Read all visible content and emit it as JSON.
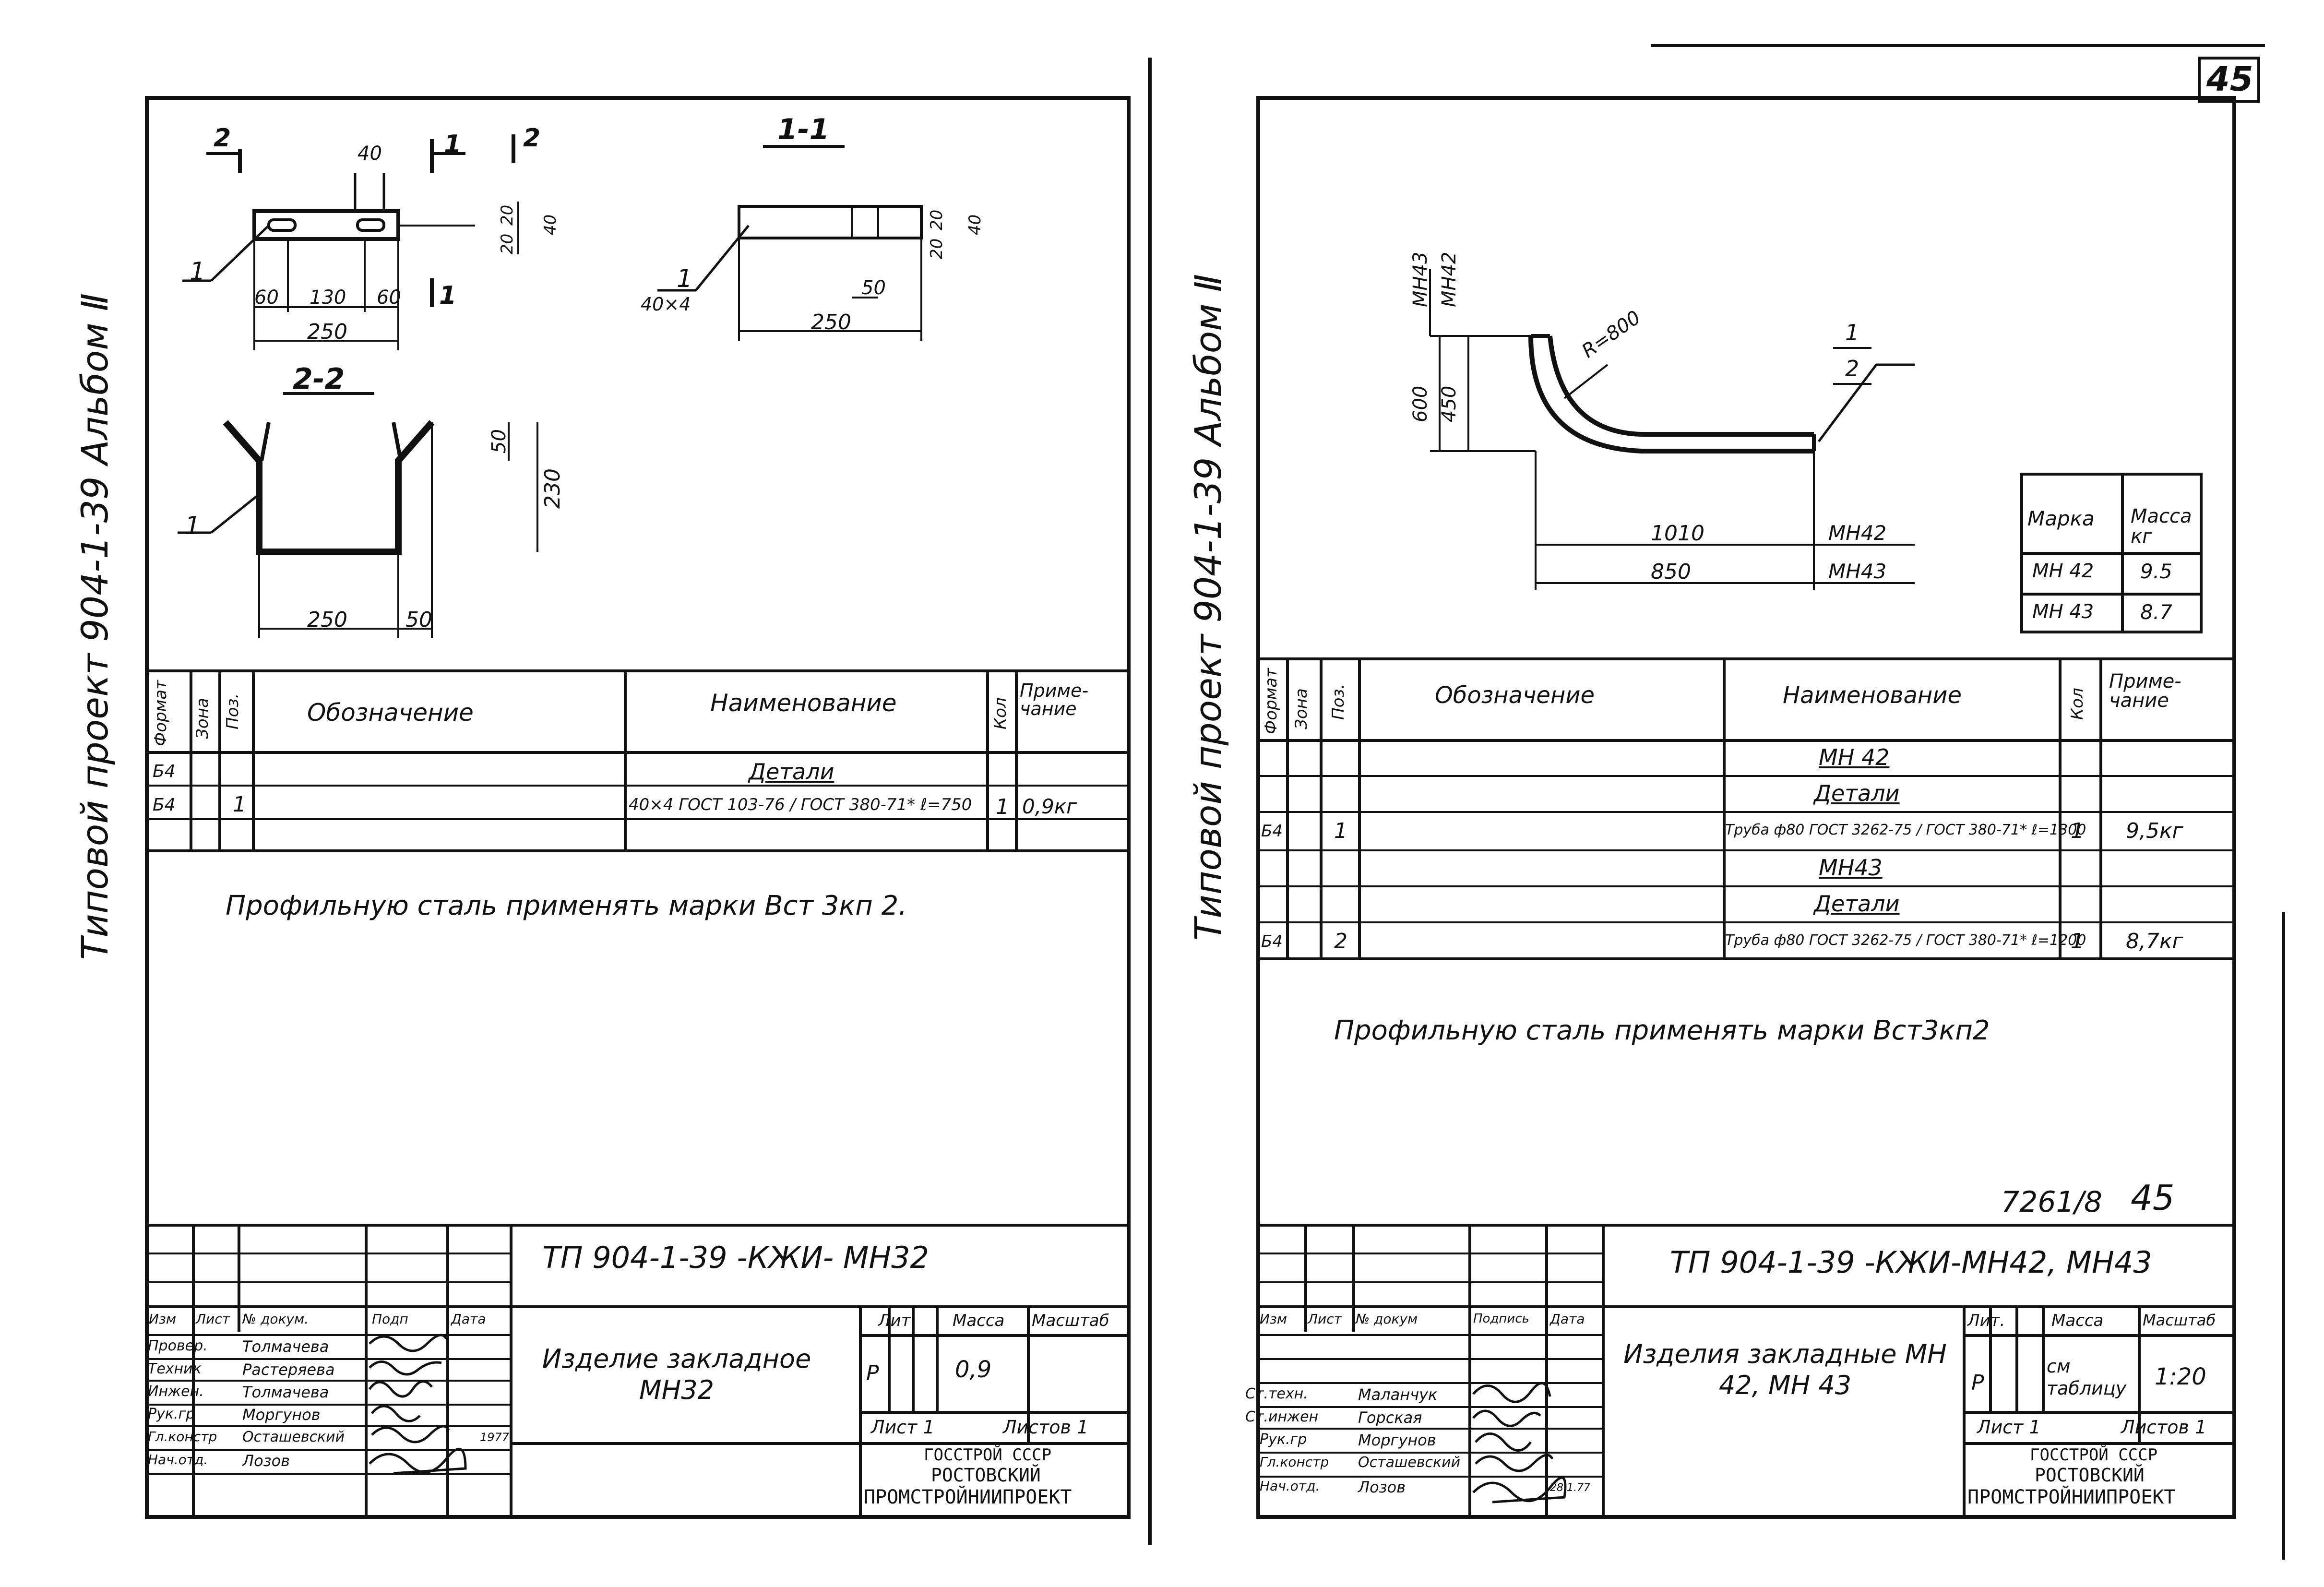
{
  "page_number_top": "45",
  "left_sheet": {
    "side_title": "Типовой проект 904-1-39 Альбом Ⅱ",
    "drawing_labels": {
      "section_2_top": "2",
      "section_1_top": "1",
      "section_2_right": "2",
      "section_1_bottom": "1",
      "view_1_1": "1-1",
      "view_2_2": "2-2",
      "pos1_a": "1",
      "pos1_b": "1",
      "pos1_c": "1",
      "dim_40": "40",
      "dim_60a": "60",
      "dim_130": "130",
      "dim_60b": "60",
      "dim_250a": "250",
      "dim_20a": "20",
      "dim_20b": "20",
      "dim_40b": "40",
      "dim_40x4": "40×4",
      "dim_250b": "250",
      "dim_50a": "50",
      "dim_20c": "20",
      "dim_20d": "20",
      "dim_40c": "40",
      "dim_50b": "50",
      "dim_230": "230",
      "dim_250c": "250",
      "dim_50c": "50"
    },
    "spec_headers": [
      "Формат",
      "Зона",
      "Поз.",
      "Обозначение",
      "Наименование",
      "Кол",
      "Приме-чание"
    ],
    "spec_rows": [
      {
        "format": "Б4",
        "zone": "",
        "pos": "",
        "designation": "",
        "name": "Детали",
        "qty": "",
        "note": ""
      },
      {
        "format": "Б4",
        "zone": "",
        "pos": "1",
        "designation": "",
        "name": "40×4 ГОСТ 103-76 / ГОСТ 380-71* ℓ=750",
        "qty": "1",
        "note": "0,9кг"
      }
    ],
    "note": "Профильную сталь применять марки Вст 3кп 2.",
    "title_block": {
      "doc_code": "ТП 904-1-39 -КЖИ- МН32",
      "item_name": "Изделие закладное МН32",
      "lit_header": "Лит",
      "mass_header": "Масса",
      "scale_header": "Масштаб",
      "lit_value": "Р",
      "mass_value": "0,9",
      "scale_value": "",
      "sheet": "Лист 1",
      "sheets": "Листов 1",
      "org_line1": "ГОССТРОЙ СССР",
      "org_line2": "РОСТОВСКИЙ",
      "org_line3": "ПРОМСТРОЙНИИПРОЕКТ",
      "col_headers": [
        "Изм",
        "Лист",
        "№ докум.",
        "Подп",
        "Дата"
      ],
      "roles": [
        {
          "role": "Провер.",
          "name": "Толмачева"
        },
        {
          "role": "Техник",
          "name": "Растеряева"
        },
        {
          "role": "Инжен.",
          "name": "Толмачева"
        },
        {
          "role": "Рук.гр",
          "name": "Моргунов"
        },
        {
          "role": "Гл.констр",
          "name": "Осташевский"
        },
        {
          "role": "Нач.отд.",
          "name": "Лозов"
        }
      ],
      "date_mark": "1977"
    }
  },
  "right_sheet": {
    "side_title": "Типовой проект 904-1-39 Альбом Ⅱ",
    "drawing_labels": {
      "mark_mn43": "МН43",
      "mark_mn42": "МН42",
      "dim_600": "600",
      "dim_450": "450",
      "radius": "R=800",
      "pos_1": "1",
      "pos_2": "2",
      "dim_1010": "1010",
      "dim_850": "850",
      "tag_mn42": "МН42",
      "tag_mn43": "МН43"
    },
    "mass_table": {
      "headers": [
        "Марка",
        "Масса кг"
      ],
      "rows": [
        [
          "МН 42",
          "9.5"
        ],
        [
          "МН 43",
          "8.7"
        ]
      ]
    },
    "spec_headers": [
      "Формат",
      "Зона",
      "Поз.",
      "Обозначение",
      "Наименование",
      "Кол",
      "Приме-чание"
    ],
    "spec_rows": [
      {
        "format": "",
        "pos": "",
        "name": "МН 42",
        "qty": "",
        "note": ""
      },
      {
        "format": "",
        "pos": "",
        "name": "Детали",
        "qty": "",
        "note": ""
      },
      {
        "format": "Б4",
        "pos": "1",
        "name": "Труба ф80 ГОСТ 3262-75 / ГОСТ 380-71* ℓ=1300",
        "qty": "1",
        "note": "9,5кг"
      },
      {
        "format": "",
        "pos": "",
        "name": "МН43",
        "qty": "",
        "note": ""
      },
      {
        "format": "",
        "pos": "",
        "name": "Детали",
        "qty": "",
        "note": ""
      },
      {
        "format": "Б4",
        "pos": "2",
        "name": "Труба ф80 ГОСТ 3262-75 / ГОСТ 380-71* ℓ=1200",
        "qty": "1",
        "note": "8,7кг"
      }
    ],
    "note": "Профильную сталь применять марки Вст3кп2",
    "archive_no": "7261/8",
    "archive_page": "45",
    "title_block": {
      "doc_code": "ТП 904-1-39 -КЖИ-МН42, МН43",
      "item_name": "Изделия закладные МН 42, МН 43",
      "lit_header": "Лит.",
      "mass_header": "Масса",
      "scale_header": "Масштаб",
      "lit_value": "Р",
      "mass_value": "см таблицу",
      "scale_value": "1:20",
      "sheet": "Лист 1",
      "sheets": "Листов 1",
      "org_line1": "ГОССТРОЙ СССР",
      "org_line2": "РОСТОВСКИЙ",
      "org_line3": "ПРОМСТРОЙНИИПРОЕКТ",
      "col_headers": [
        "Изм",
        "Лист",
        "№ докум",
        "Подпись",
        "Дата"
      ],
      "roles": [
        {
          "role": "Ст.техн.",
          "name": "Маланчук"
        },
        {
          "role": "Ст.инжен",
          "name": "Горская"
        },
        {
          "role": "Рук.гр",
          "name": "Моргунов"
        },
        {
          "role": "Гл.констр",
          "name": "Осташевский"
        },
        {
          "role": "Нач.отд.",
          "name": "Лозов"
        }
      ],
      "date_mark": "28.1.77"
    }
  }
}
